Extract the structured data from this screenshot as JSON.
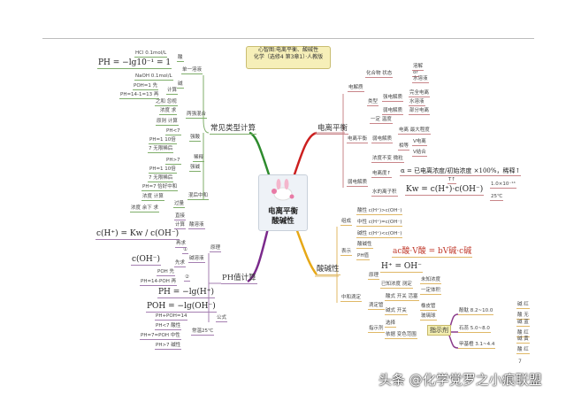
{
  "title": {
    "line1": "心智图:电离平衡、酸碱性",
    "line2": "化学（选修4 第3章1）·人教版"
  },
  "center": {
    "line1": "电离平衡",
    "line2": "酸碱性"
  },
  "colors": {
    "calc": "#2e8b2e",
    "ionization": "#cc1f1f",
    "acidbase": "#e6a817",
    "ph": "#7b2a8c"
  },
  "branches": {
    "calc": {
      "label": "常见类型计算",
      "items": [
        "单一溶液",
        "酸",
        "HCl  0.1mol/L",
        "PH = −lg10⁻¹ = 1",
        "碱",
        "NaOH  0.1mol/L",
        "计算",
        "POH=1  先",
        "PH=14-1=13  再",
        "两强混合",
        "之和  忽视",
        "浓度  求",
        "原则  计算",
        "稀释",
        "强酸",
        "PH<7",
        "PH=1  10倍",
        "7  无限稀后",
        "强碱",
        "PH>7",
        "PH=1  10倍",
        "7  无限稀后",
        "混后中和",
        "PH=7  恰好中和",
        "浓度  计算",
        "过量",
        "浓度  余下  求"
      ]
    },
    "ionization": {
      "label": "电离平衡",
      "items": [
        "电解质",
        "化合物  状态",
        "溶解",
        "or",
        "水溶液",
        "类型",
        "强电解质",
        "完全电离",
        "水溶液",
        "弱电解质",
        "部分电离",
        "电离平衡",
        "一定  温度",
        "弱电解质",
        "电离  最大程度",
        "相等",
        "V电离",
        "V结合",
        "浓度不变  微粒",
        "弱电解质",
        "电离度↑",
        "α = 已电离浓度/初始浓度 ×100%，稀释↑",
        "T↑",
        "水的离子积",
        "Kw = c(H⁺)·c(OH⁻)",
        "1.0×10⁻¹⁴",
        "25℃"
      ]
    },
    "acidbase": {
      "label": "酸碱性",
      "items": [
        "组成",
        "酸性  c(H⁺)>c(OH⁻)",
        "中性  c(H⁺)=c(OH⁻)",
        "碱性  c(H⁺)<c(OH⁻)",
        "表示",
        "酸碱性",
        "PH值",
        "ac酸·V酸 = bV碱·c碱",
        "中和滴定",
        "原理",
        "H⁺ = OH⁻",
        "已知浓度  测定",
        "未知浓度",
        "一定体积",
        "滴定管",
        "酸式  开关  活塞",
        "碱式  开关",
        "橡皮管",
        "玻璃球",
        "指示剂",
        "选择",
        "依据  变色范围",
        "指示剂",
        "酚酞  8.2~10.0",
        "碱  红",
        "酸  无",
        "石蕊  5.0~8.0",
        "碱  蓝",
        "酸  红",
        "甲基橙  3.1~4.4",
        "碱  黄",
        "酸  红"
      ]
    },
    "ph": {
      "label": "PH值计算",
      "items": [
        "原理",
        "酸溶液",
        "直接",
        "计算",
        "碱溶液",
        "①",
        "c(H⁺) = Kw / c(OH⁻)",
        "再求",
        "c(OH⁻)",
        "先求",
        "②",
        "POH  先",
        "PH=14-POH  再",
        "公式",
        "PH = −lg(H⁺)",
        "POH = −lg(OH⁻)",
        "常温25℃",
        "PH+POH=14",
        "PH<7  酸性",
        "PH=7=POH  中性",
        "PH>7  碱性"
      ]
    }
  },
  "page_number": "7",
  "watermark": "头条 @化学党罗之小痕联盟"
}
